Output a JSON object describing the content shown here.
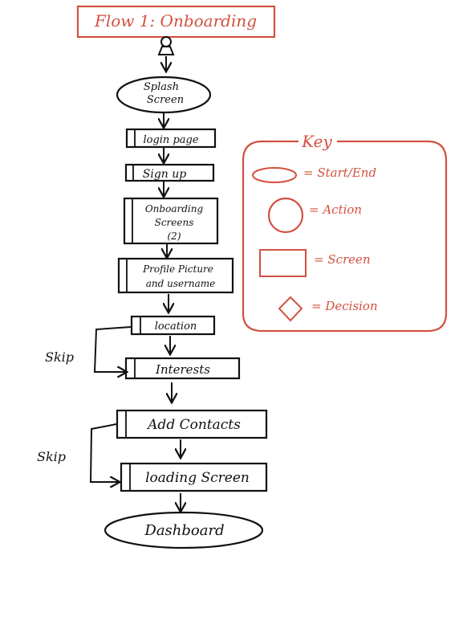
{
  "title": "Flow 1: Onboarding",
  "colors": {
    "ink": "#111111",
    "accent": "#d2503f",
    "background": "#ffffff"
  },
  "start_icon": "person-icon",
  "nodes": {
    "splash_line1": "Splash",
    "splash_line2": "Screen",
    "login": "login page",
    "signup": "Sign up",
    "onboarding_line1": "Onboarding",
    "onboarding_line2": "Screens",
    "onboarding_line3": "(2)",
    "profile_line1": "Profile Picture",
    "profile_line2": "and username",
    "location": "location",
    "interests": "Interests",
    "add_contacts": "Add Contacts",
    "loading": "loading Screen",
    "dashboard": "Dashboard"
  },
  "skip_labels": [
    "Skip",
    "Skip"
  ],
  "key": {
    "title": "Key",
    "items": [
      {
        "shape": "oval",
        "label": "= Start/End"
      },
      {
        "shape": "circle",
        "label": "= Action"
      },
      {
        "shape": "rectangle",
        "label": "= Screen"
      },
      {
        "shape": "diamond",
        "label": "= Decision"
      }
    ]
  }
}
